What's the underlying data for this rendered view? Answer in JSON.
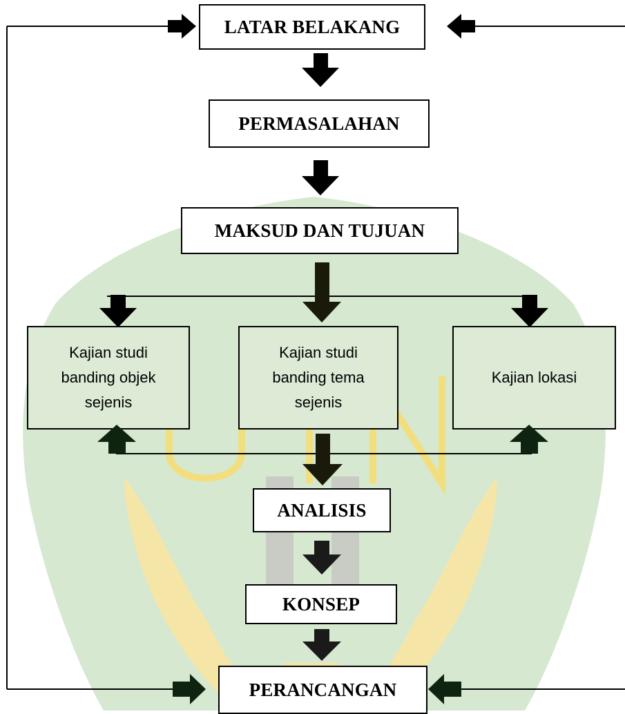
{
  "diagram": {
    "nodes": {
      "latar_belakang": "LATAR BELAKANG",
      "permasalahan": "PERMASALAHAN",
      "maksud_tujuan": "MAKSUD DAN TUJUAN",
      "kajian_objek": "Kajian studi banding objek sejenis",
      "kajian_tema": "Kajian studi banding tema sejenis",
      "kajian_lokasi": "Kajian lokasi",
      "analisis": "ANALISIS",
      "konsep": "KONSEP",
      "perancangan": "PERANCANGAN"
    },
    "watermark": "UIN",
    "colors": {
      "watermark_green": "#d6e8d0",
      "watermark_yellow": "#f5e6a8",
      "arrow": "#000000",
      "arrow_dark_green": "#0f2410"
    }
  }
}
